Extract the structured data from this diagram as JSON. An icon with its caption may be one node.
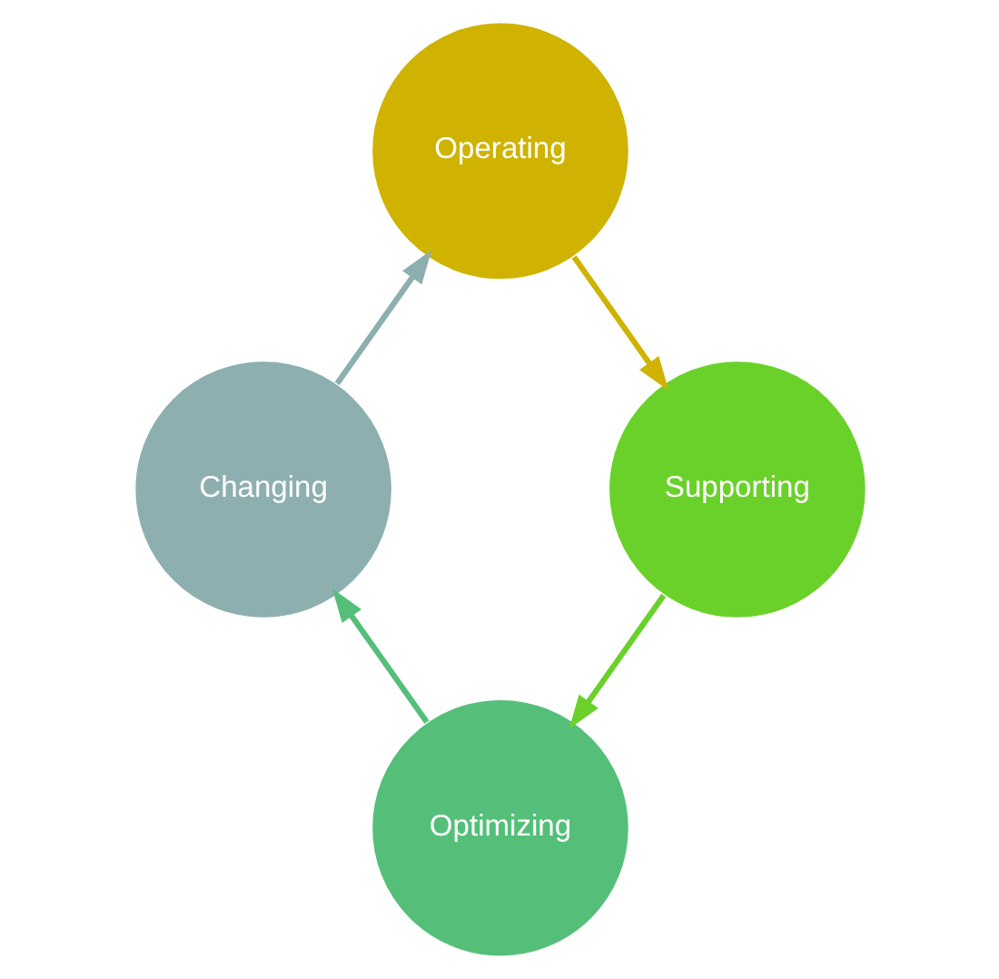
{
  "diagram": {
    "nodes": [
      {
        "text": [
          "Operating"
        ]
      },
      {
        "text": [
          "Supporting"
        ]
      },
      {
        "text": [
          "Optimizing"
        ]
      },
      {
        "text": [
          "Changing"
        ]
      }
    ],
    "edges": [
      {
        "from": 0,
        "to": 1,
        "arrow": "to",
        "color": "#cfb300"
      },
      {
        "from": 1,
        "to": 2,
        "arrow": "to",
        "color": "#6ad12a"
      },
      {
        "from": 2,
        "to": 3,
        "arrow": "to",
        "color": "#55bf79"
      },
      {
        "from": 3,
        "to": 0,
        "arrow": "to",
        "color": "#8eafaf"
      }
    ]
  }
}
